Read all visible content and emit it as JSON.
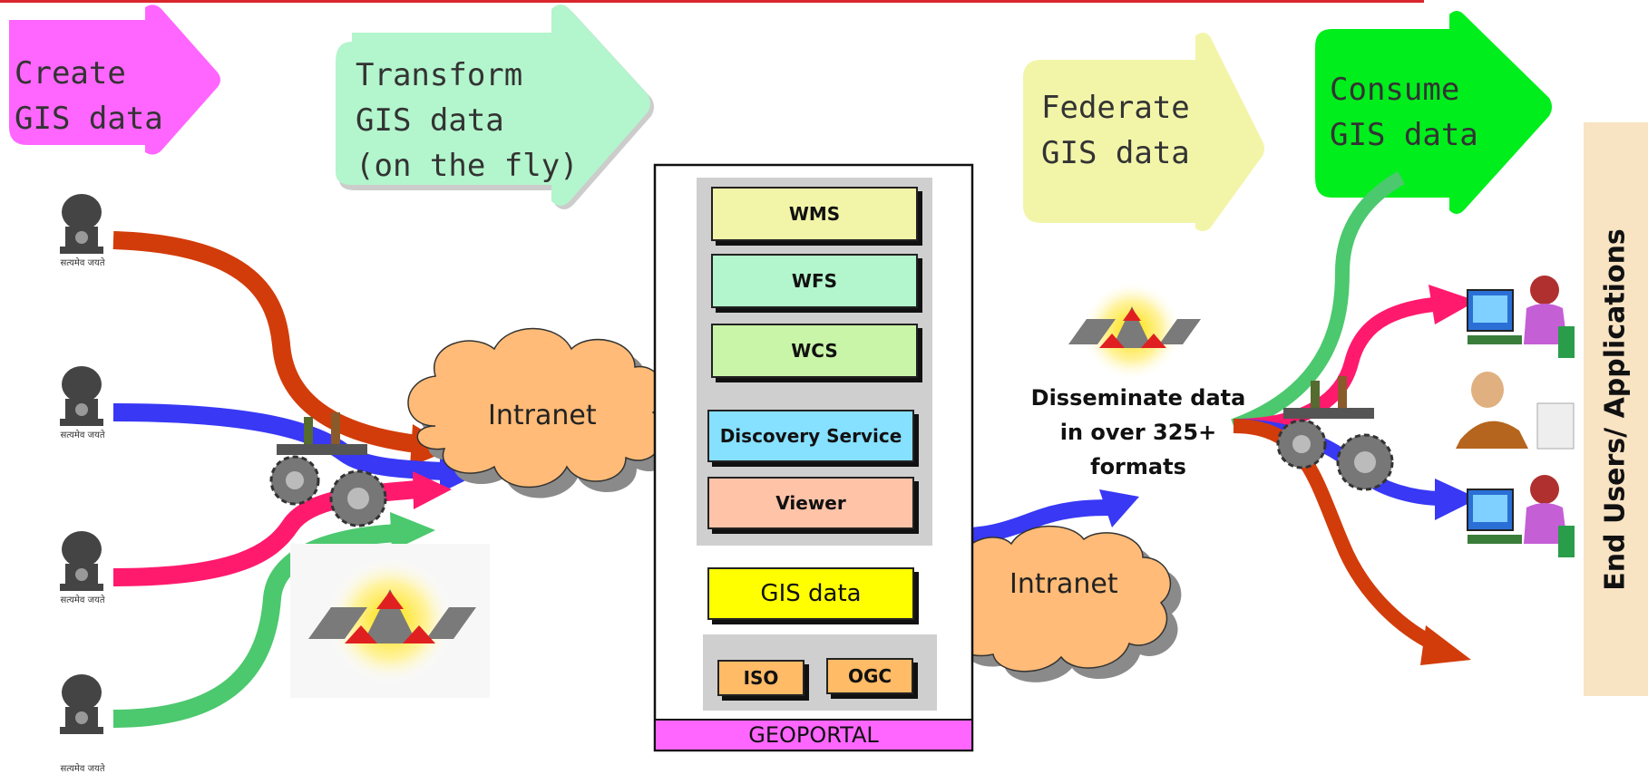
{
  "stages": {
    "create": "Create\nGIS data",
    "transform": "Transform\nGIS data\n(on the fly)",
    "federate": "Federate\nGIS data",
    "consume": "Consume\nGIS data"
  },
  "clouds": {
    "left": "Intranet",
    "right": "Intranet"
  },
  "geoportal": {
    "title": "GEOPORTAL",
    "services": [
      "WMS",
      "WFS",
      "WCS",
      "Discovery Service",
      "Viewer"
    ],
    "gis_data": "GIS data",
    "standards": [
      "ISO",
      "OGC"
    ]
  },
  "disseminate": "Disseminate data\nin over 325+\nformats",
  "sidebar": "End Users/ Applications",
  "emblem_caption": "सत्यमेव जयते",
  "colors": {
    "create": "#ff66ff",
    "transform": "#b3f5cc",
    "federate": "#f2f5a8",
    "consume": "#00ee1c",
    "arrow_red": "#d23c0a",
    "arrow_blue": "#3838f5",
    "arrow_pink": "#ff1a6e",
    "arrow_green": "#4cc86e",
    "cloud": "#ffbb77",
    "portal_title": "#ff66ff",
    "sidebar": "#f8e3c3"
  },
  "icons": [
    "ashoka-emblem-icon",
    "gear-machine-icon",
    "fme-logo-icon",
    "user-computer-icon",
    "businessman-icon"
  ]
}
